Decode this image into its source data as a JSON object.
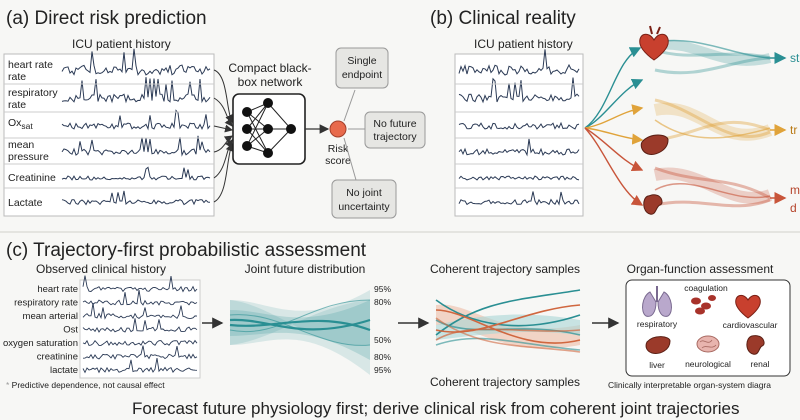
{
  "caption": "Forecast future physiology first; derive clinical risk from coherent joint trajectories",
  "panel_a": {
    "title": "(a) Direct risk prediction",
    "history_title": "ICU patient history",
    "signals": [
      "heart rate",
      "respiratory rate",
      "Ox",
      "mean pressure",
      "Creatinine",
      "Lactate"
    ],
    "ox_subscript": "sat",
    "network_label": "Compact black-box network",
    "score_label": "Risk score",
    "callouts": [
      "Single endpoint",
      "No future trajectory",
      "No joint uncertainty"
    ]
  },
  "panel_b": {
    "title": "(b) Clinical reality",
    "history_title": "ICU patient history",
    "outcomes": [
      "st",
      "tr",
      "m",
      "d"
    ]
  },
  "panel_c": {
    "title": "(c) Trajectory-first probabilistic assessment",
    "observed_title": "Observed clinical history",
    "signals": [
      "heart rate",
      "respiratory rate",
      "mean arterial",
      "Ost",
      "oxygen saturation",
      "creatinine",
      "lactate"
    ],
    "footnote": "Predictive dependence, not causal effect",
    "joint_title": "Joint future distribution",
    "quantiles": [
      "95%",
      "80%",
      "50%",
      "80%",
      "95%"
    ],
    "samples_title": "Coherent trajectory samples",
    "samples_caption": "Coherent trajectory samples",
    "organ_title": "Organ-function assessment",
    "organs": [
      "coagulation",
      "respiratory",
      "cardiovascular",
      "liver",
      "neurological",
      "renal"
    ],
    "organ_caption": "Clinically interpretable organ-system diagra"
  },
  "colors": {
    "teal": "#2a8f93",
    "orange": "#e0a33a",
    "red": "#c8553a",
    "risk": "#e86a4c"
  }
}
